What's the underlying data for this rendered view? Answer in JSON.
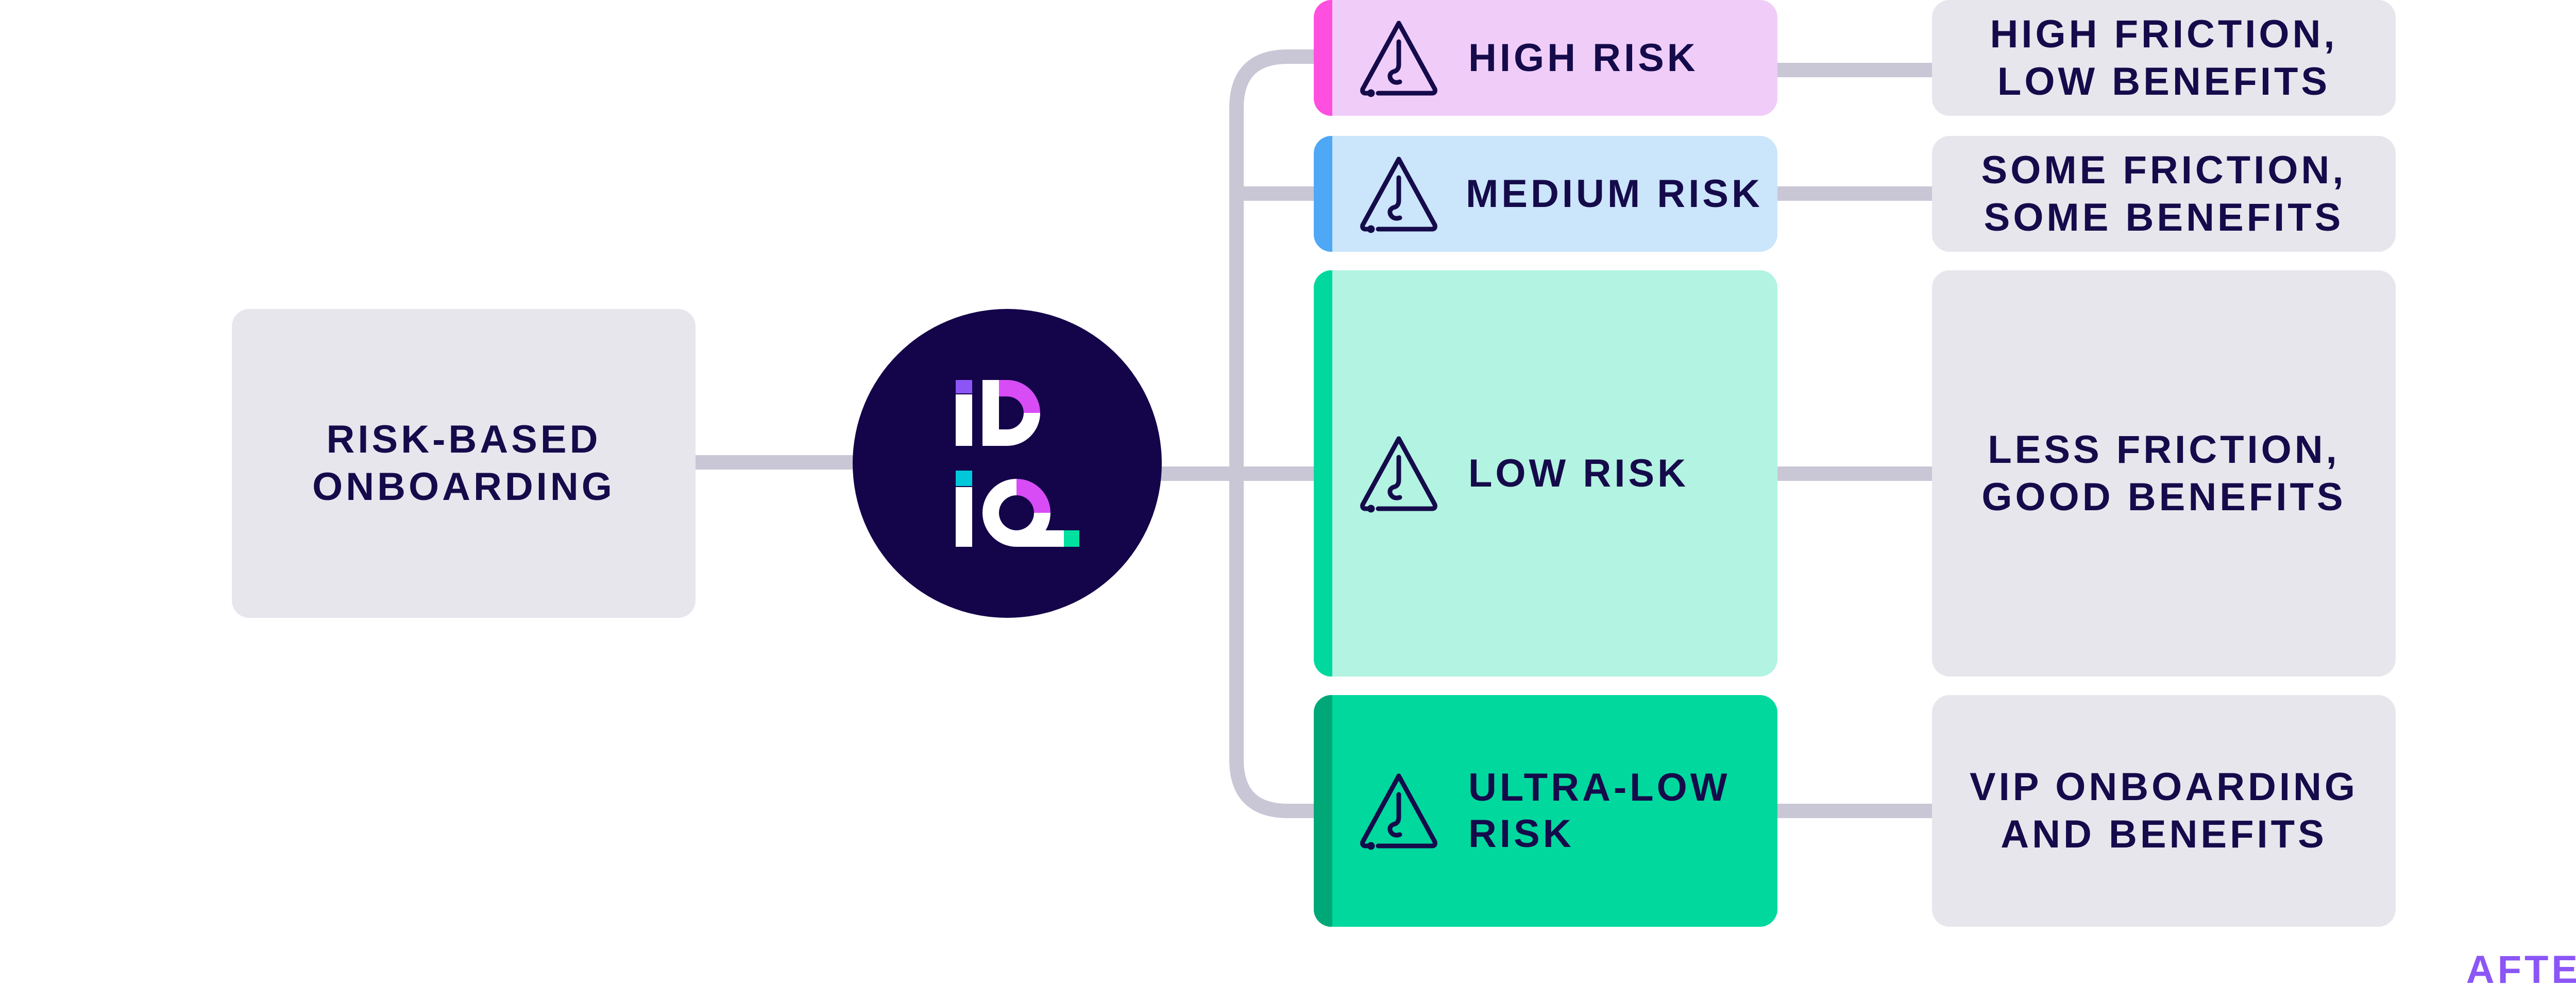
{
  "source": {
    "label": "RISK-BASED\nONBOARDING"
  },
  "logo": {
    "name": "IDIQ logo",
    "icon": "idiq-logo"
  },
  "risk_levels": [
    {
      "label": "HIGH RISK",
      "icon": "warning-triangle-icon",
      "color": "#f0cdf9",
      "accent": "#ff4fe0"
    },
    {
      "label": "MEDIUM RISK",
      "icon": "warning-triangle-icon",
      "color": "#cbe5fb",
      "accent": "#4ea8f5"
    },
    {
      "label": "LOW RISK",
      "icon": "warning-triangle-icon",
      "color": "#b3f3e1",
      "accent": "#00d89d"
    },
    {
      "label": "ULTRA-LOW\nRISK",
      "icon": "warning-triangle-icon",
      "color": "#00d89d",
      "accent": "#00a878"
    }
  ],
  "outcomes": [
    {
      "label": "HIGH FRICTION,\nLOW BENEFITS"
    },
    {
      "label": "SOME FRICTION,\nSOME BENEFITS"
    },
    {
      "label": "LESS FRICTION,\nGOOD BENEFITS"
    },
    {
      "label": "VIP ONBOARDING\nAND BENEFITS"
    }
  ],
  "corner_label": "AFTER",
  "colors": {
    "navy": "#14044a",
    "text": "#150b4b",
    "box_gray": "#e7e6ed",
    "connector": "#c9c6d6",
    "after_purple": "#8b56f5"
  }
}
